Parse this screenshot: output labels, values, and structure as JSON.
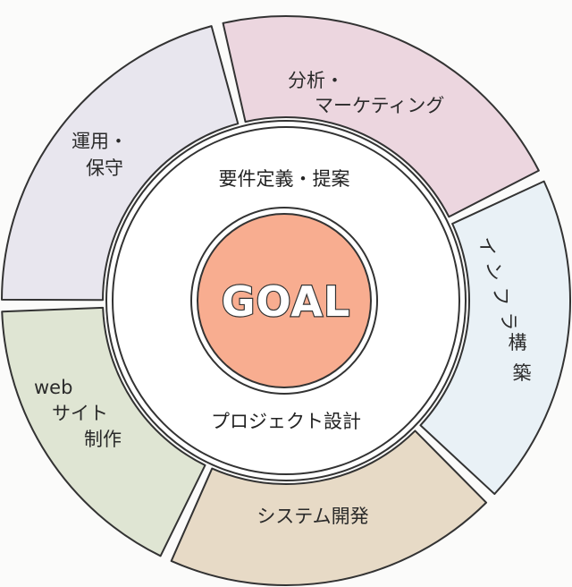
{
  "diagram": {
    "type": "concentric cycle diagram",
    "center": {
      "label": "GOAL",
      "fill_color": "#f8ad90"
    },
    "middle_ring": {
      "fill_color": "#ffffff",
      "top_label": "要件定義・提案",
      "bottom_label": "プロジェクト設計"
    },
    "outer_segments": [
      {
        "id": "analysis-marketing",
        "lines": [
          "分析・",
          "マーケティング"
        ],
        "fill_color": "#ecd6df",
        "start_angle": 256,
        "end_angle": 334
      },
      {
        "id": "infrastructure",
        "lines": [
          "インフラ",
          "構築"
        ],
        "fill_color": "#e9f1f6",
        "start_angle": 334,
        "end_angle": 404
      },
      {
        "id": "system-development",
        "lines": [
          "システム開発"
        ],
        "fill_color": "#e7dac6",
        "start_angle": 44,
        "end_angle": 115
      },
      {
        "id": "website-production",
        "lines": [
          "web",
          "サイト",
          "制作"
        ],
        "fill_color": "#dfe5d3",
        "start_angle": 115,
        "end_angle": 179
      },
      {
        "id": "operations-maintenance",
        "lines": [
          "運用・",
          "保守"
        ],
        "fill_color": "#e8e6ee",
        "start_angle": 179,
        "end_angle": 256
      }
    ],
    "outline_color": "#333333",
    "background_color": "#fbfbfa"
  }
}
